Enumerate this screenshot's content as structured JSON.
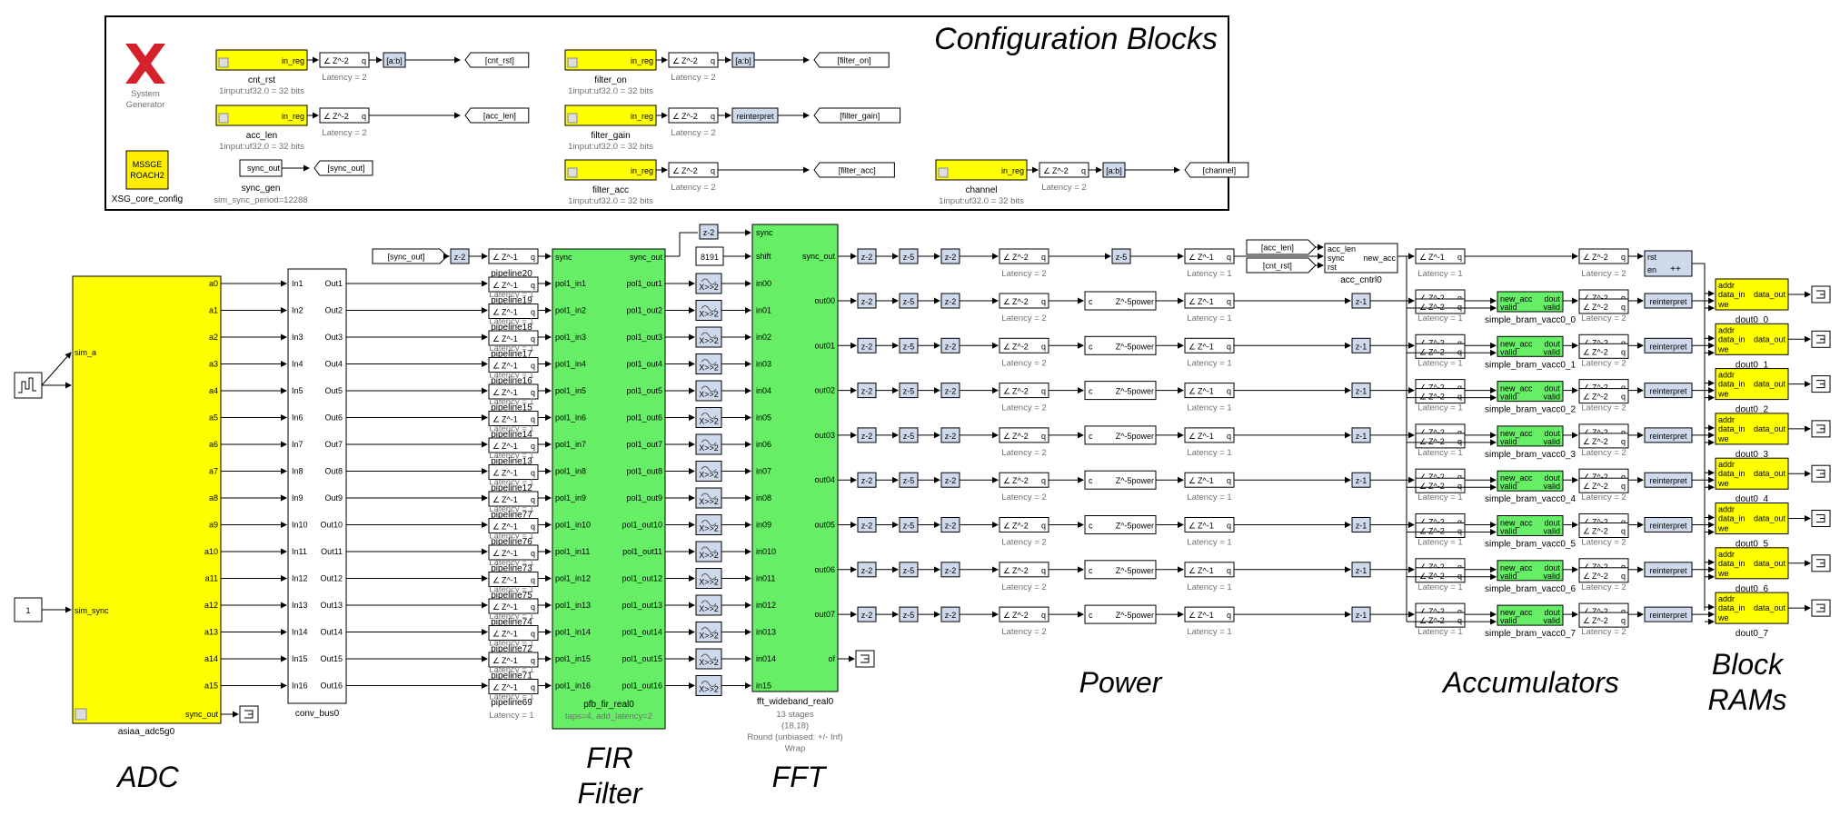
{
  "section_titles": {
    "config": "Configuration Blocks",
    "adc": "ADC",
    "fir_line1": "FIR",
    "fir_line2": "Filter",
    "fft": "FFT",
    "power": "Power",
    "accumulators": "Accumulators",
    "bram_line1": "Block",
    "bram_line2": "RAMs"
  },
  "config": {
    "sysgen_line1": "System",
    "sysgen_line2": "Generator",
    "xsg_block_line1": "MSSGE",
    "xsg_block_line2": "ROACH2",
    "xsg_label": "XSG_core_config",
    "sync_gen_label": "sync_gen",
    "sync_gen_sub": "sim_sync_period=12288",
    "sync_gen_port": "sync_out",
    "sync_gen_goto": "[sync_out]",
    "reg_port": "in_reg",
    "regs": [
      {
        "name": "cnt_rst",
        "sub": "1input:uf32.0 = 32 bits",
        "delay": "Z^-2",
        "latency": "Latency = 2",
        "op": "[a:b]",
        "goto": "[cnt_rst]"
      },
      {
        "name": "acc_len",
        "sub": "1input:uf32.0 = 32 bits",
        "delay": "Z^-2",
        "latency": "Latency = 2",
        "op": "",
        "goto": "[acc_len]"
      },
      {
        "name": "filter_on",
        "sub": "1input:uf32.0 = 32 bits",
        "delay": "Z^-2",
        "latency": "Latency = 2",
        "op": "[a:b]",
        "goto": "[filter_on]"
      },
      {
        "name": "filter_gain",
        "sub": "1input:uf32.0 = 32 bits",
        "delay": "Z^-2",
        "latency": "Latency = 2",
        "op": "reinterpret",
        "goto": "[filter_gain]"
      },
      {
        "name": "filter_acc",
        "sub": "1input:uf32.0 = 32 bits",
        "delay": "Z^-2",
        "latency": "Latency = 2",
        "op": "",
        "goto": "[filter_acc]"
      },
      {
        "name": "channel",
        "sub": "1input:uf32.0 = 32 bits",
        "delay": "Z^-2",
        "latency": "Latency = 2",
        "op": "[a:b]",
        "goto": "[channel]"
      }
    ]
  },
  "adc": {
    "name": "asiaa_adc5g0",
    "inputs": [
      "sim_a",
      "sim_sync"
    ],
    "outputs": [
      "a0",
      "a1",
      "a2",
      "a3",
      "a4",
      "a5",
      "a6",
      "a7",
      "a8",
      "a9",
      "a10",
      "a11",
      "a12",
      "a13",
      "a14",
      "a15"
    ],
    "sync_out": "sync_out",
    "const_value": "1"
  },
  "conv_bus": {
    "name": "conv_bus0",
    "in_ports": [
      "In1",
      "In2",
      "In3",
      "In4",
      "In5",
      "In6",
      "In7",
      "In8",
      "In9",
      "In10",
      "In11",
      "In12",
      "In13",
      "In14",
      "In15",
      "In16"
    ],
    "out_ports": [
      "Out1",
      "Out2",
      "Out3",
      "Out4",
      "Out5",
      "Out6",
      "Out7",
      "Out8",
      "Out9",
      "Out10",
      "Out11",
      "Out12",
      "Out13",
      "Out14",
      "Out15",
      "Out16"
    ]
  },
  "pipeline": {
    "delay": "Z^-1",
    "names": [
      "pipeline20",
      "pipeline19",
      "pipeline18",
      "pipeline17",
      "pipeline16",
      "pipeline15",
      "pipeline14",
      "pipeline13",
      "pipeline12",
      "pipeline77",
      "pipeline76",
      "pipeline73",
      "pipeline75",
      "pipeline74",
      "pipeline72",
      "pipeline71"
    ],
    "bottom_name": "pipeline69",
    "bottom_latency": "Latency = 1",
    "sync_from": "[sync_out]",
    "sync_delay": "z-2"
  },
  "fir": {
    "name": "pfb_fir_real0",
    "sub": "taps=4, add_latency=2",
    "sync_in": "sync",
    "sync_out": "sync_out",
    "in_ports": [
      "pol1_in1",
      "pol1_in2",
      "pol1_in3",
      "pol1_in4",
      "pol1_in5",
      "pol1_in6",
      "pol1_in7",
      "pol1_in8",
      "pol1_in9",
      "pol1_in10",
      "pol1_in11",
      "pol1_in12",
      "pol1_in13",
      "pol1_in14",
      "pol1_in15",
      "pol1_in16"
    ],
    "out_ports": [
      "pol1_out1",
      "pol1_out2",
      "pol1_out3",
      "pol1_out4",
      "pol1_out5",
      "pol1_out6",
      "pol1_out7",
      "pol1_out8",
      "pol1_out9",
      "pol1_out10",
      "pol1_out11",
      "pol1_out12",
      "pol1_out13",
      "pol1_out14",
      "pol1_out15",
      "pol1_out16"
    ]
  },
  "shift": {
    "const": "8191",
    "delay": "z-2",
    "slice_label": "X>>2"
  },
  "fft": {
    "name": "fft_wideband_real0",
    "sub": [
      "13 stages",
      "(18,18)",
      "Round  (unbiased: +/- Inf)",
      "Wrap"
    ],
    "left_ports": [
      "sync",
      "shift",
      "in00",
      "in01",
      "in02",
      "in03",
      "in04",
      "in05",
      "in06",
      "in07",
      "in08",
      "in09",
      "in010",
      "in011",
      "in012",
      "in013",
      "in014",
      "in15"
    ],
    "sync_out": "sync_out",
    "out_ports": [
      "out00",
      "out01",
      "out02",
      "out03",
      "out04",
      "out05",
      "out06",
      "out07"
    ],
    "of_port": "of"
  },
  "power": {
    "delay_a": "z-2",
    "delay_b": "z-5",
    "delay_reg": "Z^-2",
    "latency2": "Latency = 2",
    "c_port": "c",
    "power_label": "Z^-5power",
    "delay_out": "Z^-1",
    "latency1": "Latency = 1",
    "z1": "z-1"
  },
  "acc": {
    "acc_len_from": "[acc_len]",
    "cnt_rst_from": "[cnt_rst]",
    "cntrl_name": "acc_cntrl0",
    "cntrl_in": [
      "acc_len",
      "sync",
      "rst"
    ],
    "cntrl_out": "new_acc",
    "delay1": "Z^-1",
    "latency1": "Latency = 1",
    "delay2": "Z^-2",
    "latency2": "Latency = 2",
    "in_labels": [
      "new_acc",
      "valid"
    ],
    "out_labels": [
      "dout",
      "valid"
    ],
    "names": [
      "simple_bram_vacc0_0",
      "simple_bram_vacc0_1",
      "simple_bram_vacc0_2",
      "simple_bram_vacc0_3",
      "simple_bram_vacc0_4",
      "simple_bram_vacc0_5",
      "simple_bram_vacc0_6",
      "simple_bram_vacc0_7"
    ],
    "reinterpret": "reinterpret",
    "counter_ports": [
      "rst",
      "en"
    ],
    "counter_glyph": "++"
  },
  "bram": {
    "in_ports": [
      "addr",
      "data_in",
      "we"
    ],
    "out_port": "data_out",
    "names": [
      "dout0_0",
      "dout0_1",
      "dout0_2",
      "dout0_3",
      "dout0_4",
      "dout0_5",
      "dout0_6",
      "dout0_7"
    ]
  },
  "colors": {
    "yellow": "#ffff00",
    "green": "#66ee66",
    "lightblue": "#cfd9ec",
    "xilinx_red": "#d4212a",
    "xsg_yellow": "#ffee00"
  }
}
